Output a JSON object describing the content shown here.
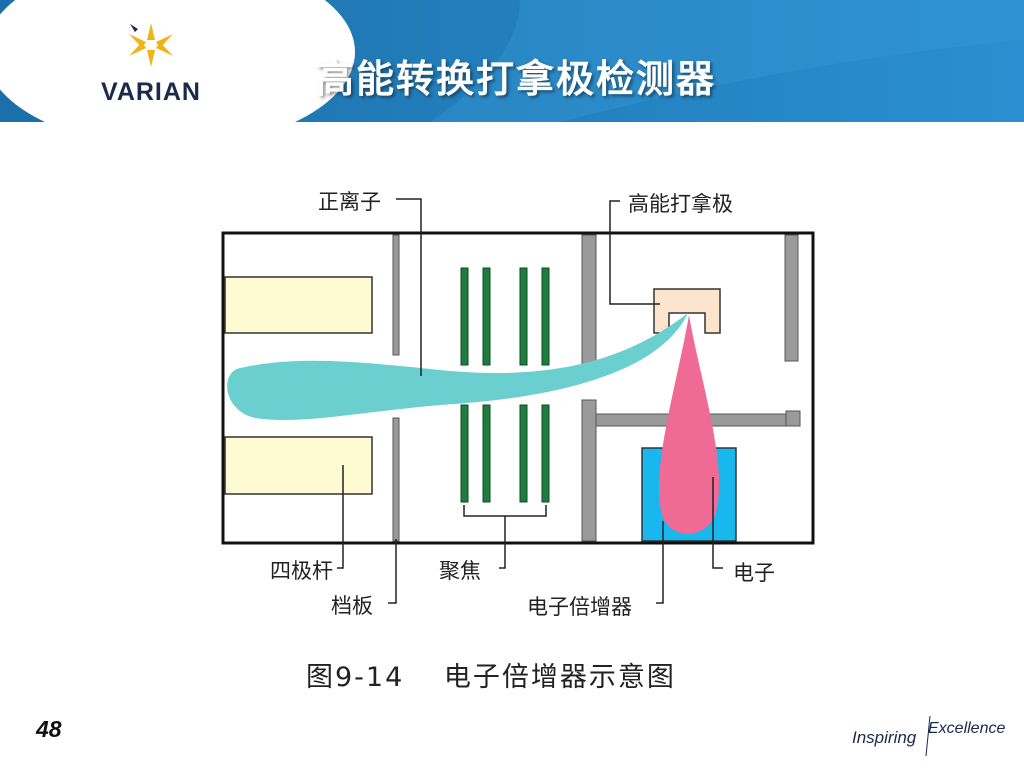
{
  "header": {
    "brand": "VARIAN",
    "title": "高能转换打拿极检测器",
    "colors": {
      "band": "#1f78b4",
      "band_light": "#4aa3d8",
      "logo": "#f2b316"
    }
  },
  "diagram": {
    "labels": {
      "positive_ion": "正离子",
      "high_energy_dynode": "高能打拿极",
      "quadrupole": "四极杆",
      "focusing": "聚焦",
      "baffle": "档板",
      "electron_multiplier": "电子倍增器",
      "electron": "电子"
    },
    "caption": "图9-14　 电子倍增器示意图",
    "colors": {
      "rods": "#fefbd2",
      "focus_lens": "#1e7d3e",
      "ion_beam": "#6ccfcf",
      "electron_beam": "#f06a96",
      "dynode": "#fde4cc",
      "multiplier": "#18b7ee",
      "walls": "#9a9a9a"
    }
  },
  "footer": {
    "page_number": "48",
    "tagline_a": "Inspiring",
    "tagline_b": "Excellence"
  }
}
